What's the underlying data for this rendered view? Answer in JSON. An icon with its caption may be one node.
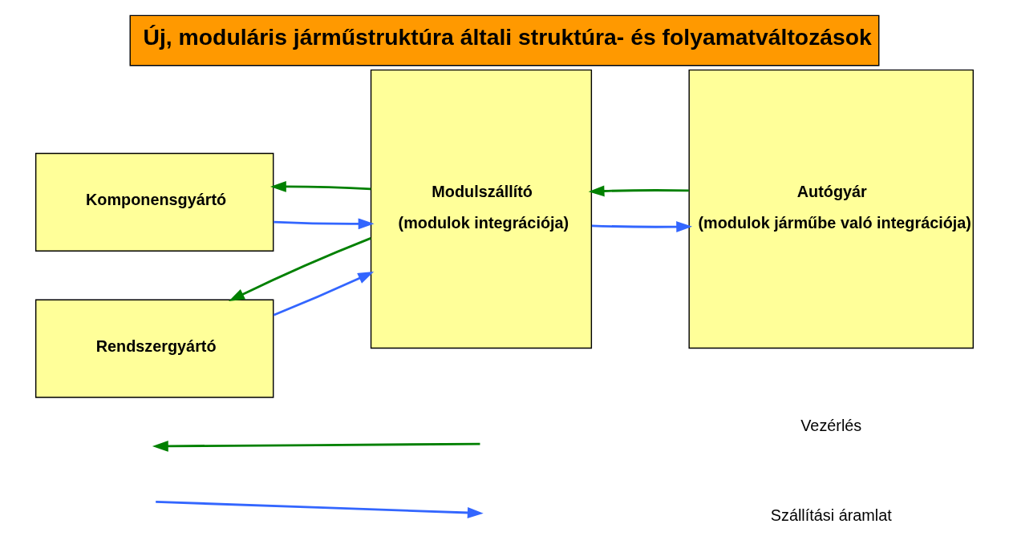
{
  "diagram": {
    "title": "Új, moduláris járműstruktúra általi struktúra- és folyamatváltozások",
    "nodes": [
      {
        "text": [
          "Komponensgyártó"
        ]
      },
      {
        "text": [
          "Rendszergyártó"
        ]
      },
      {
        "text": [
          "Modulszállító",
          "(modulok integrációja)"
        ]
      },
      {
        "text": [
          "Autógyár",
          "(modulok járműbe való integrációja)"
        ]
      }
    ],
    "edges": [
      {
        "from": 0,
        "to": 2,
        "arrow": "to",
        "color": "#3366ff"
      },
      {
        "from": 2,
        "to": 0,
        "arrow": "to",
        "color": "#008000"
      },
      {
        "from": 1,
        "to": 2,
        "arrow": "to",
        "color": "#3366ff"
      },
      {
        "from": 2,
        "to": 1,
        "arrow": "to",
        "color": "#008000"
      },
      {
        "from": 2,
        "to": 3,
        "arrow": "to",
        "color": "#3366ff"
      },
      {
        "from": 3,
        "to": 2,
        "arrow": "to",
        "color": "#008000"
      }
    ],
    "legend": [
      {
        "text": "Vezérlés"
      },
      {
        "text": "Szállítási áramlat"
      }
    ]
  }
}
